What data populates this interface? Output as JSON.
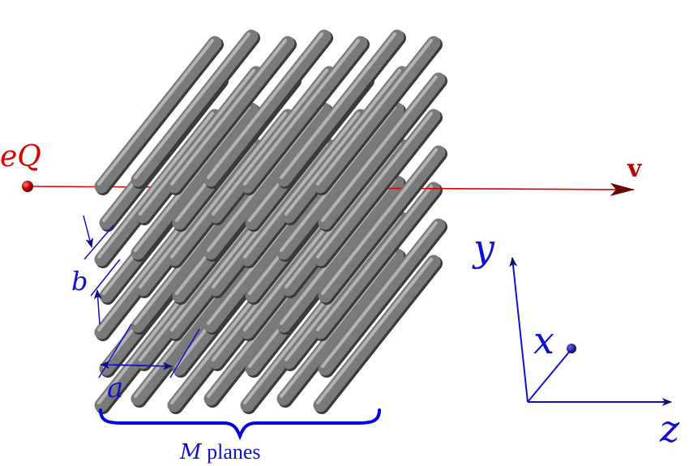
{
  "labels": {
    "charge": "eQ",
    "velocity": "v",
    "spacing_b": "b",
    "spacing_a": "a",
    "planes_var": "M",
    "planes_word": " planes",
    "axis_x": "x",
    "axis_y": "y",
    "axis_z": "z"
  },
  "colors": {
    "charge_label": "#d40000",
    "beam": "#e00000",
    "annotation": "#1010d0",
    "rod": "#7a7a7a"
  }
}
